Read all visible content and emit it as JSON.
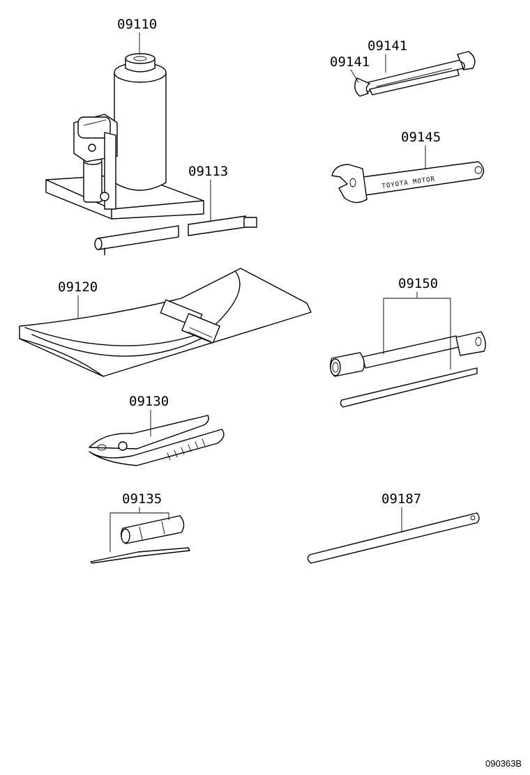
{
  "parts": {
    "jack": "09110",
    "jack_handle": "09113",
    "tool_bag": "09120",
    "pliers": "09130",
    "screwdriver": "09135",
    "spanner_a": "09141",
    "spanner_b": "09141",
    "adjustable_wrench": "09145",
    "wheel_nut_wrench": "09150",
    "extension_bar": "09187"
  },
  "wrench_text": "TOYOTA MOTOR",
  "diagram_code": "090363B"
}
